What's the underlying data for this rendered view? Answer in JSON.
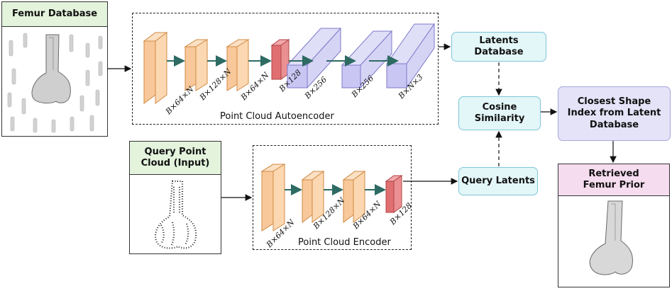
{
  "femur_database": {
    "title": "Femur Database"
  },
  "query_input": {
    "title": "Query Point Cloud (Input)"
  },
  "retrieved": {
    "title": "Retrieved Femur Prior"
  },
  "autoencoder": {
    "caption": "Point Cloud Autoencoder",
    "layer_labels": [
      "B×64×N",
      "B×128×N",
      "B×64×N",
      "B×128",
      "B×256",
      "B×256",
      "B×N×3"
    ]
  },
  "encoder": {
    "caption": "Point Cloud Encoder",
    "layer_labels": [
      "B×64×N",
      "B×128×N",
      "B×64×N",
      "B×128"
    ]
  },
  "nodes": {
    "latents_database": "Latents Database",
    "cosine_similarity": "Cosine Similarity",
    "query_latents": "Query Latents",
    "closest_index": "Closest Shape Index from Latent Database"
  },
  "colors": {
    "green_header": "#e3f3dc",
    "pink_header": "#f6dcef",
    "cyan_node": "#e3f6f8",
    "lavender_node": "#e4e3f8",
    "orange_block": "#f8c89a",
    "red_block": "#e06f72",
    "purple_block": "#c9c6f3"
  }
}
